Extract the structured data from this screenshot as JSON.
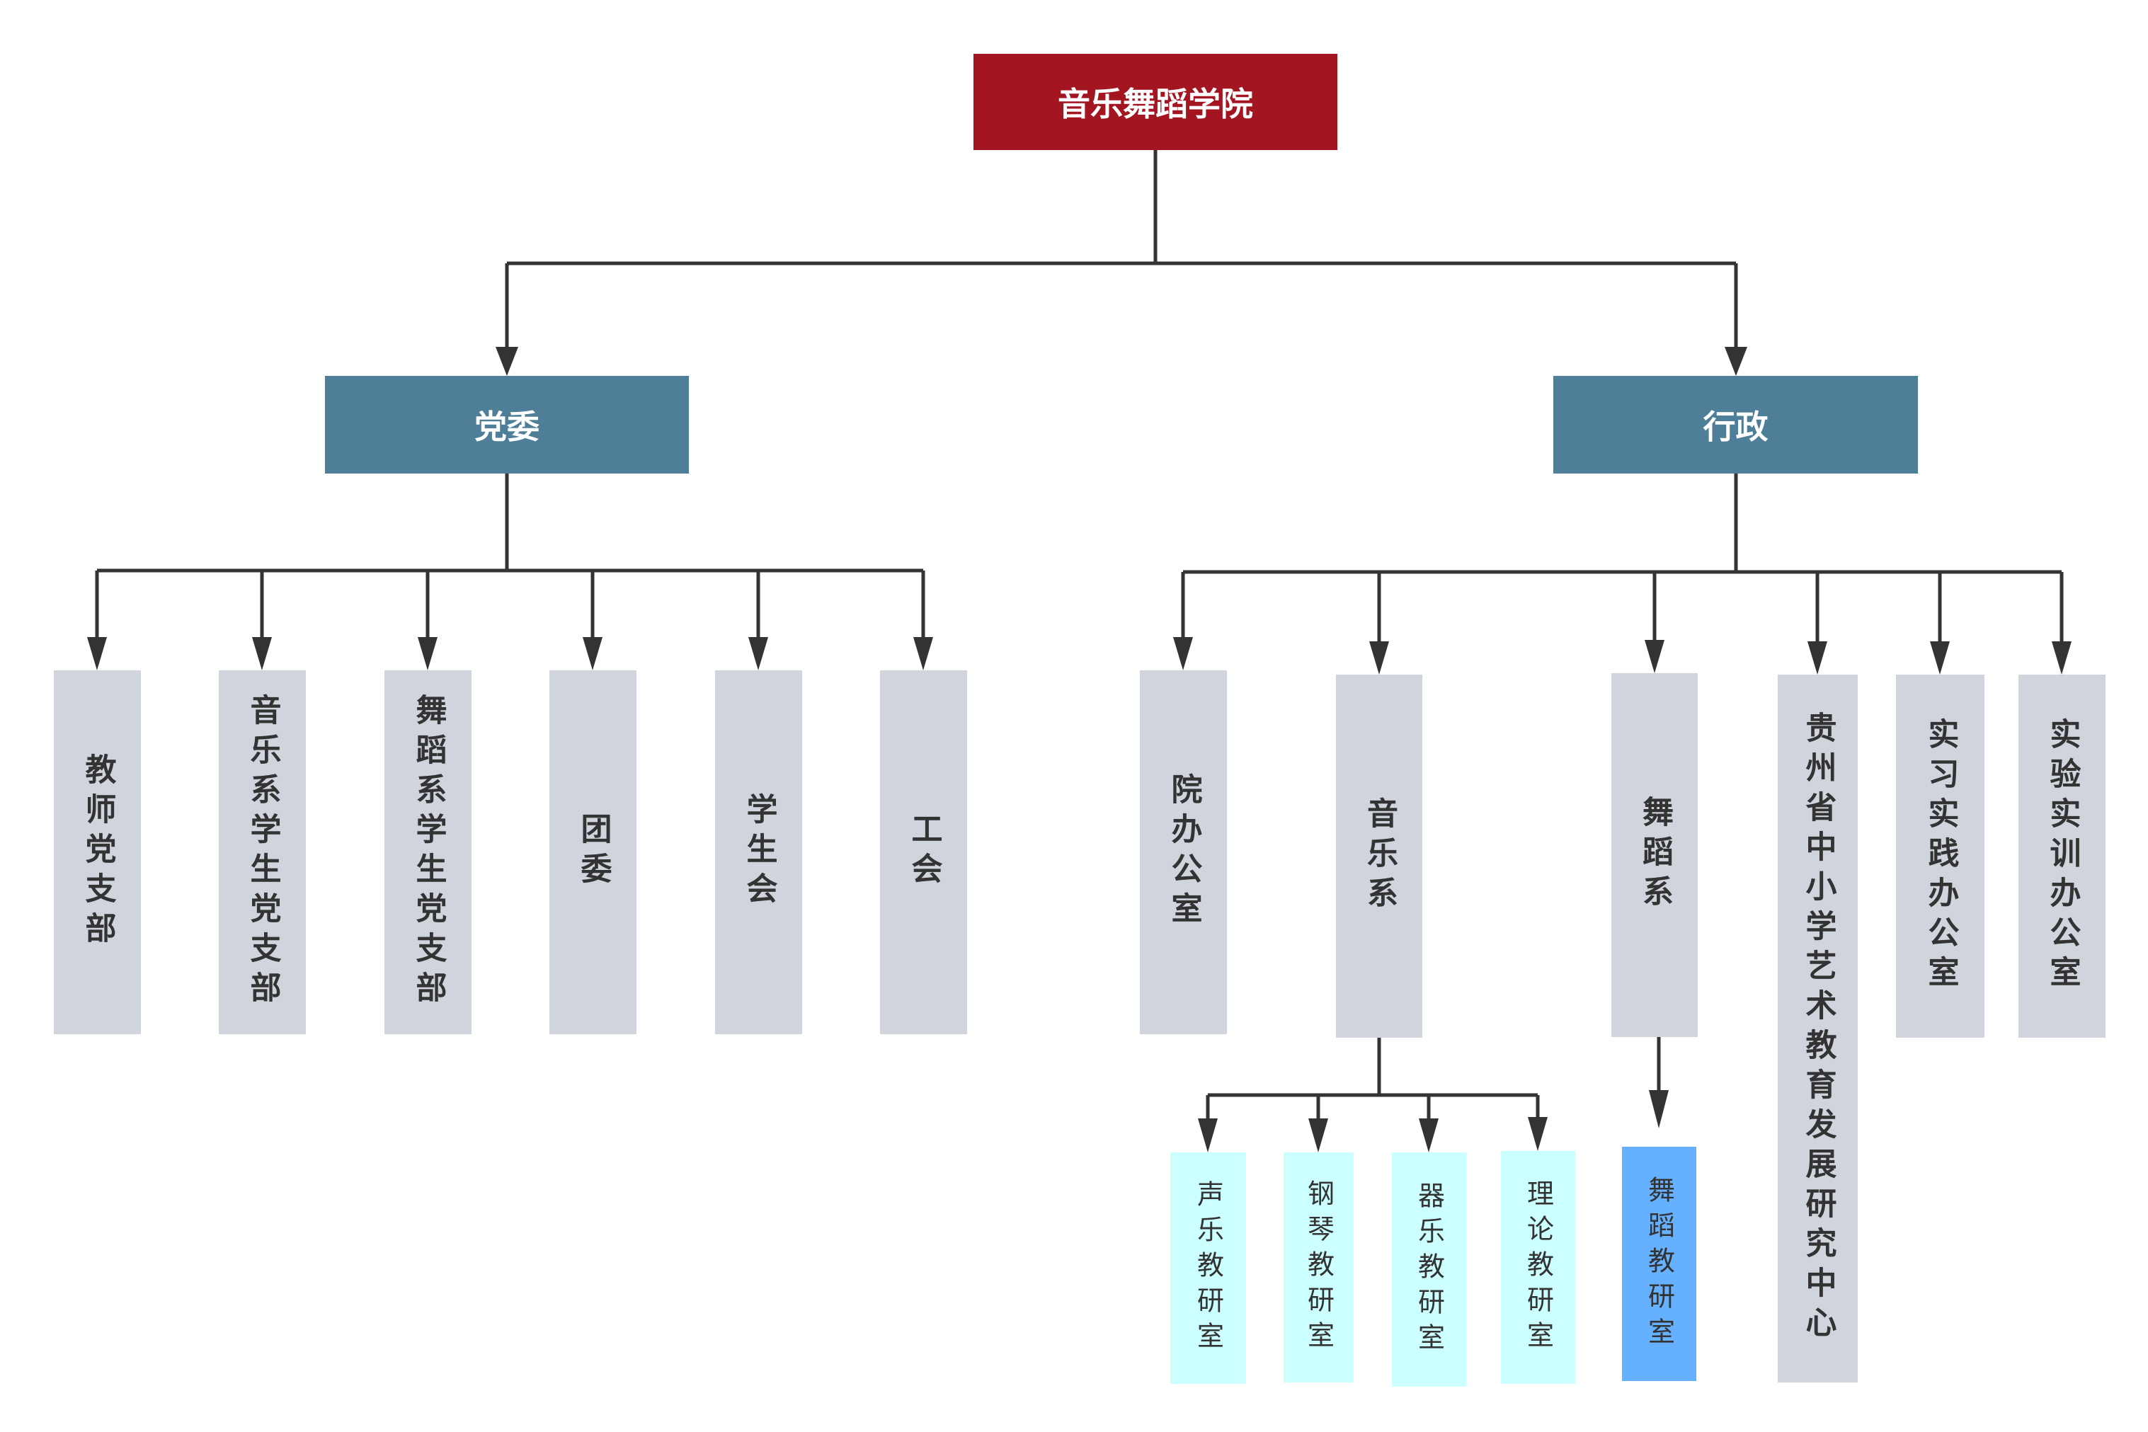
{
  "root": {
    "label": "音乐舞蹈学院",
    "color": "#a31621"
  },
  "branches": {
    "party": {
      "label": "党委",
      "color": "#4f7e98"
    },
    "admin": {
      "label": "行政",
      "color": "#4f7e98"
    }
  },
  "party_units": [
    {
      "label": "教师党支部"
    },
    {
      "label": "音乐系学生党支部"
    },
    {
      "label": "舞蹈系学生党支部"
    },
    {
      "label": "团委"
    },
    {
      "label": "学生会"
    },
    {
      "label": "工会"
    }
  ],
  "admin_units": [
    {
      "label": "院办公室"
    },
    {
      "label": "音乐系"
    },
    {
      "label": "舞蹈系"
    },
    {
      "label": "贵州省中小学艺术教育发展研究中心"
    },
    {
      "label": "实习实践办公室"
    },
    {
      "label": "实验实训办公室"
    }
  ],
  "music_dept_offices": [
    {
      "label": "声乐教研室"
    },
    {
      "label": "钢琴教研室"
    },
    {
      "label": "器乐教研室"
    },
    {
      "label": "理论教研室"
    }
  ],
  "dance_dept_offices": [
    {
      "label": "舞蹈教研室"
    }
  ],
  "colors": {
    "leaf": "#cfd4dd",
    "music_office": "#ccffff",
    "dance_office": "#66b1ff",
    "connector": "#333333"
  }
}
